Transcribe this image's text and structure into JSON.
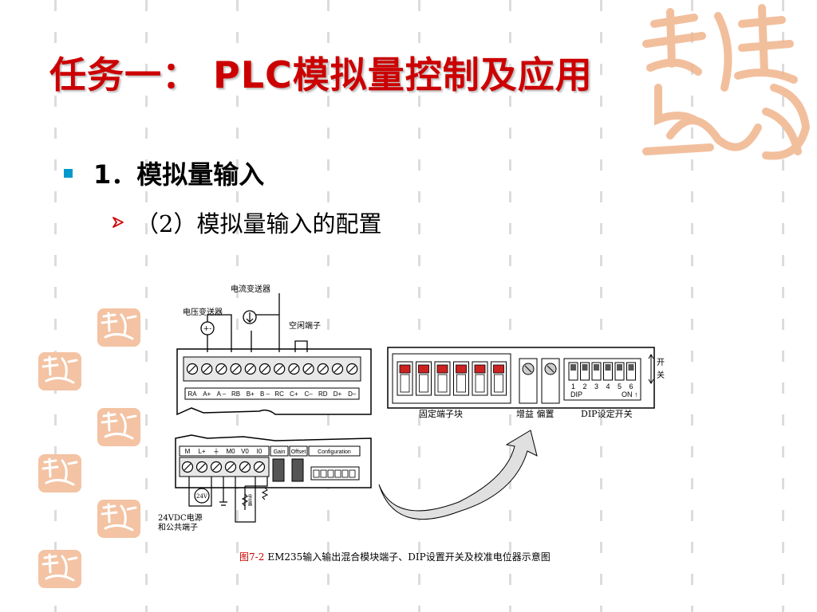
{
  "slide": {
    "title": "任务一： PLC模拟量控制及应用",
    "bullet_1": "1．模拟量输入",
    "bullet_2": "（2）模拟量输入的配置"
  },
  "diagram": {
    "labels": {
      "current_transmitter": "电流变送器",
      "voltage_transmitter": "电压变送器",
      "spare_terminal": "空闲端子",
      "fixed_terminal_block": "固定端子块",
      "gain_offset": "增益 偏置",
      "dip_switch": "DIP设定开关",
      "switch": "开关",
      "power_line1": "24VDC电源",
      "power_line2": "和公共端子",
      "v24": "24V",
      "pot_label": "电位器"
    },
    "input_terminals": [
      "RA",
      "A+",
      "A –",
      "RB",
      "B+",
      "B –",
      "RC",
      "C+",
      "C–",
      "RD",
      "D+",
      "D–"
    ],
    "output_terminals": [
      "M",
      "L+",
      "⏚",
      "M0",
      "V0",
      "I0"
    ],
    "gain_label": "Gain",
    "offset_label": "Offset",
    "config_label": "Configuration",
    "dip_numbers": [
      "1",
      "2",
      "3",
      "4",
      "5",
      "6"
    ],
    "dip_text": "DIP",
    "on_text": "ON ↑"
  },
  "caption": {
    "fig_no": "图7-2",
    "text": "EM235输入输出混合模块端子、DIP设置开关及校准电位器示意图"
  },
  "colors": {
    "title": "#cc0000",
    "bullet": "#0099cc",
    "deco": "#f0b48c"
  }
}
